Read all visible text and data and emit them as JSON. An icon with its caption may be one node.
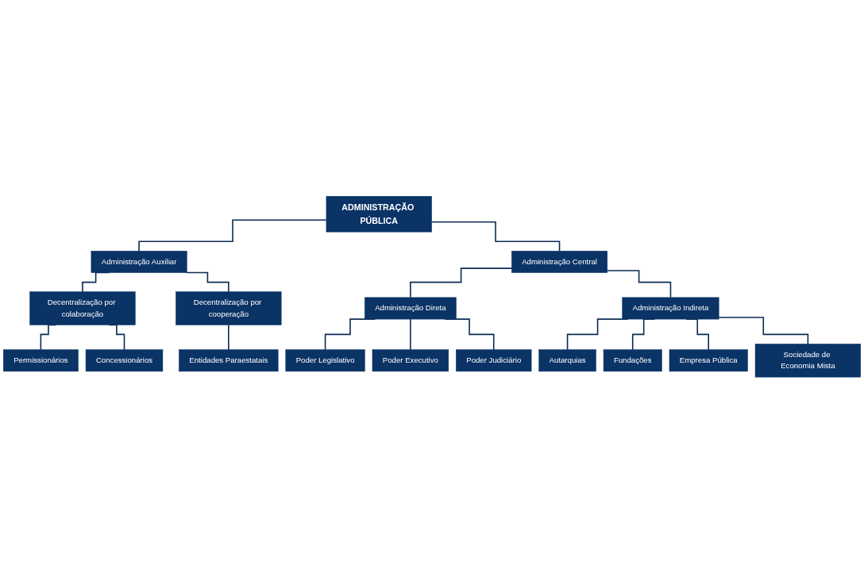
{
  "diagram": {
    "nodes": [
      {
        "text": [
          "ADMINISTRAÇÃO PÚBLICA"
        ]
      },
      {
        "text": [
          "Administração Auxiliar"
        ]
      },
      {
        "text": [
          "Administração Central"
        ]
      },
      {
        "text": [
          "Decentralização por colaboração"
        ]
      },
      {
        "text": [
          "Decentralização por cooperação"
        ]
      },
      {
        "text": [
          "Permissionários"
        ]
      },
      {
        "text": [
          "Concessionários"
        ]
      },
      {
        "text": [
          "Entidades Paraestatais"
        ]
      },
      {
        "text": [
          "Administração Direta"
        ]
      },
      {
        "text": [
          "Administração Indireta"
        ]
      },
      {
        "text": [
          "Poder Legislativo"
        ]
      },
      {
        "text": [
          "Poder Executivo"
        ]
      },
      {
        "text": [
          "Poder Judiciário"
        ]
      },
      {
        "text": [
          "Autarquias"
        ]
      },
      {
        "text": [
          "Fundações"
        ]
      },
      {
        "text": [
          "Empresa Pública"
        ]
      },
      {
        "text": [
          "Sociedade de Economia Mista"
        ]
      }
    ],
    "edges": [
      {
        "from": 0,
        "to": 1,
        "arrow": "none"
      },
      {
        "from": 0,
        "to": 2,
        "arrow": "none"
      },
      {
        "from": 1,
        "to": 3,
        "arrow": "none"
      },
      {
        "from": 1,
        "to": 4,
        "arrow": "none"
      },
      {
        "from": 3,
        "to": 5,
        "arrow": "none"
      },
      {
        "from": 3,
        "to": 6,
        "arrow": "none"
      },
      {
        "from": 4,
        "to": 7,
        "arrow": "none"
      },
      {
        "from": 2,
        "to": 8,
        "arrow": "none"
      },
      {
        "from": 2,
        "to": 9,
        "arrow": "none"
      },
      {
        "from": 8,
        "to": 10,
        "arrow": "none"
      },
      {
        "from": 8,
        "to": 11,
        "arrow": "none"
      },
      {
        "from": 8,
        "to": 12,
        "arrow": "none"
      },
      {
        "from": 9,
        "to": 13,
        "arrow": "none"
      },
      {
        "from": 9,
        "to": 14,
        "arrow": "none"
      },
      {
        "from": 9,
        "to": 15,
        "arrow": "none"
      },
      {
        "from": 9,
        "to": 16,
        "arrow": "none"
      }
    ]
  }
}
